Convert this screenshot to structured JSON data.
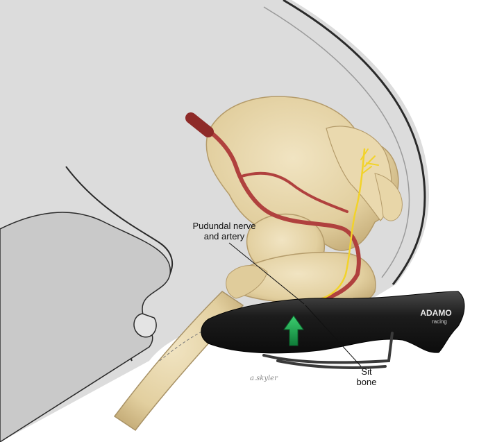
{
  "labels": {
    "pudendal_line1": "Pudundal nerve",
    "pudendal_line2": "and artery",
    "sit_bone_line1": "Sit",
    "sit_bone_line2": "bone"
  },
  "saddle_brand": {
    "name": "ADAMO",
    "sub": "racing"
  },
  "artist_signature": "a.skyler",
  "colors": {
    "body_fill": "#dcdcdc",
    "body_outline": "#2a2a2a",
    "bone": "#e6d6ad",
    "bone_shadow": "#c9b383",
    "artery": "#b0413e",
    "nerve": "#f2d32a",
    "saddle": "#1a1a1a",
    "arrow": "#1aa350"
  },
  "icons": {
    "pressure_arrow": "arrow-up-icon"
  }
}
